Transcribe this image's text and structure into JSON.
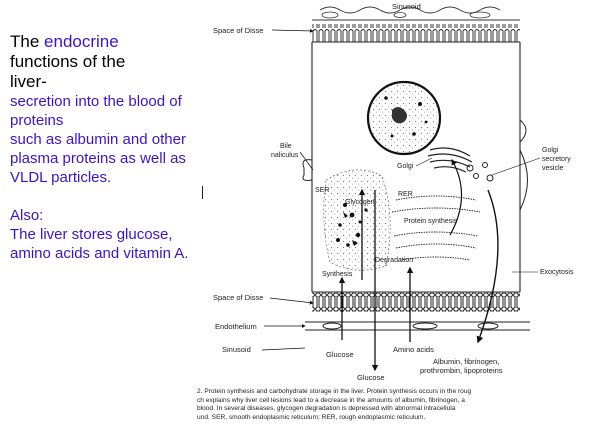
{
  "slide": {
    "title": {
      "prefix": "The ",
      "accent": "endocrine",
      "line2": "functions of the",
      "line3": "liver-"
    },
    "body_lines": [
      "secretion into the blood of",
      "proteins",
      "such as albumin and other",
      "plasma proteins as well as",
      "VLDL particles."
    ],
    "also_lines": [
      "Also:",
      "The liver stores glucose,",
      "amino acids and vitamin A."
    ]
  },
  "figure": {
    "labels": {
      "sinusoid_top": "Sinusoid",
      "space_of_disse_top": "Space of Disse",
      "bile_canaliculus_1": "Bile",
      "bile_canaliculus_2": "naliculus",
      "golgi": "Golgi",
      "golgi_vesicle_1": "Golgi",
      "golgi_vesicle_2": "secretory",
      "golgi_vesicle_3": "vesicle",
      "ser": "SER",
      "glycogen": "Glycogen",
      "rer": "RER",
      "protein_synthesis": "Protein synthesis",
      "degradation": "Degradation",
      "synthesis": "Synthesis",
      "exocytosis": "Exocytosis",
      "space_of_disse_bottom": "Space of Disse",
      "endothelium": "Endothelium",
      "sinusoid_bottom": "Sinusoid",
      "glucose_in": "Glucose",
      "amino_acids": "Amino acids",
      "albumin_line1": "Albumin, fibrinogen,",
      "albumin_line2": "prothrombin, lipoproteins",
      "glucose_out": "Glucose"
    },
    "caption_lines": [
      "2. Protein synthesis and carbohydrate storage in the liver. Protein synthesis occurs in the roug",
      "ch explains why liver cell lesions lead to a decrease in the amounts of albumin, fibrinogen, a",
      "blood. In several diseases, glycogen degradation is depressed with abnormal intracellula",
      "und. SER, smooth endoplasmic reticulum; RER, rough endoplasmic reticulum."
    ]
  }
}
